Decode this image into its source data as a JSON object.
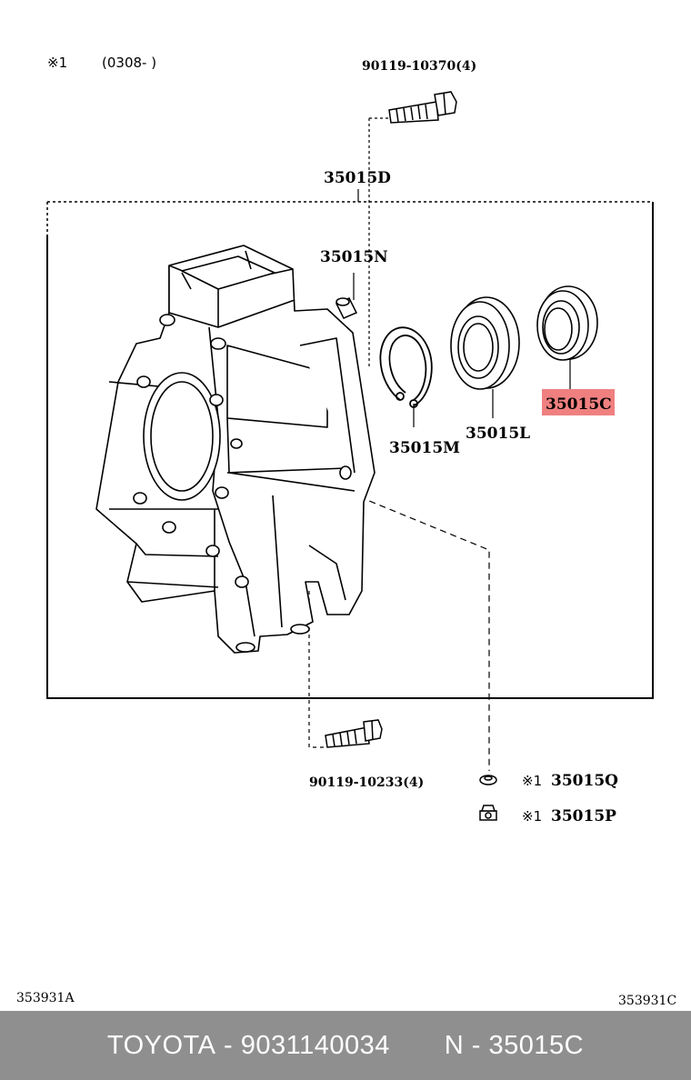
{
  "note": {
    "mark": "※1",
    "range": "(0308-      )"
  },
  "parts": {
    "bolt_top": "90119-10370(4)",
    "case_assembly": "35015D",
    "pin": "35015N",
    "snap_ring": "35015M",
    "bearing": "35015L",
    "oil_seal": "35015C",
    "bolt_bottom": "90119-10233(4)",
    "gasket_mark": "※1",
    "gasket": "35015Q",
    "plug_mark": "※1",
    "plug": "35015P"
  },
  "highlight": {
    "part": "35015C",
    "color": "#f08080"
  },
  "figure_codes": {
    "left": "353931A",
    "right": "353931C"
  },
  "footer": {
    "brand": "TOYOTA",
    "separator": " - ",
    "part_number": "9031140034",
    "ref": "N - 35015C",
    "background": "#8f8f8f"
  }
}
